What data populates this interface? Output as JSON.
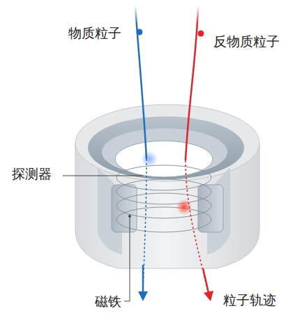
{
  "diagram": {
    "labels": [
      "物质粒子",
      "反物质粒子",
      "探测器",
      "磁铁",
      "粒子轨迹"
    ]
  }
}
